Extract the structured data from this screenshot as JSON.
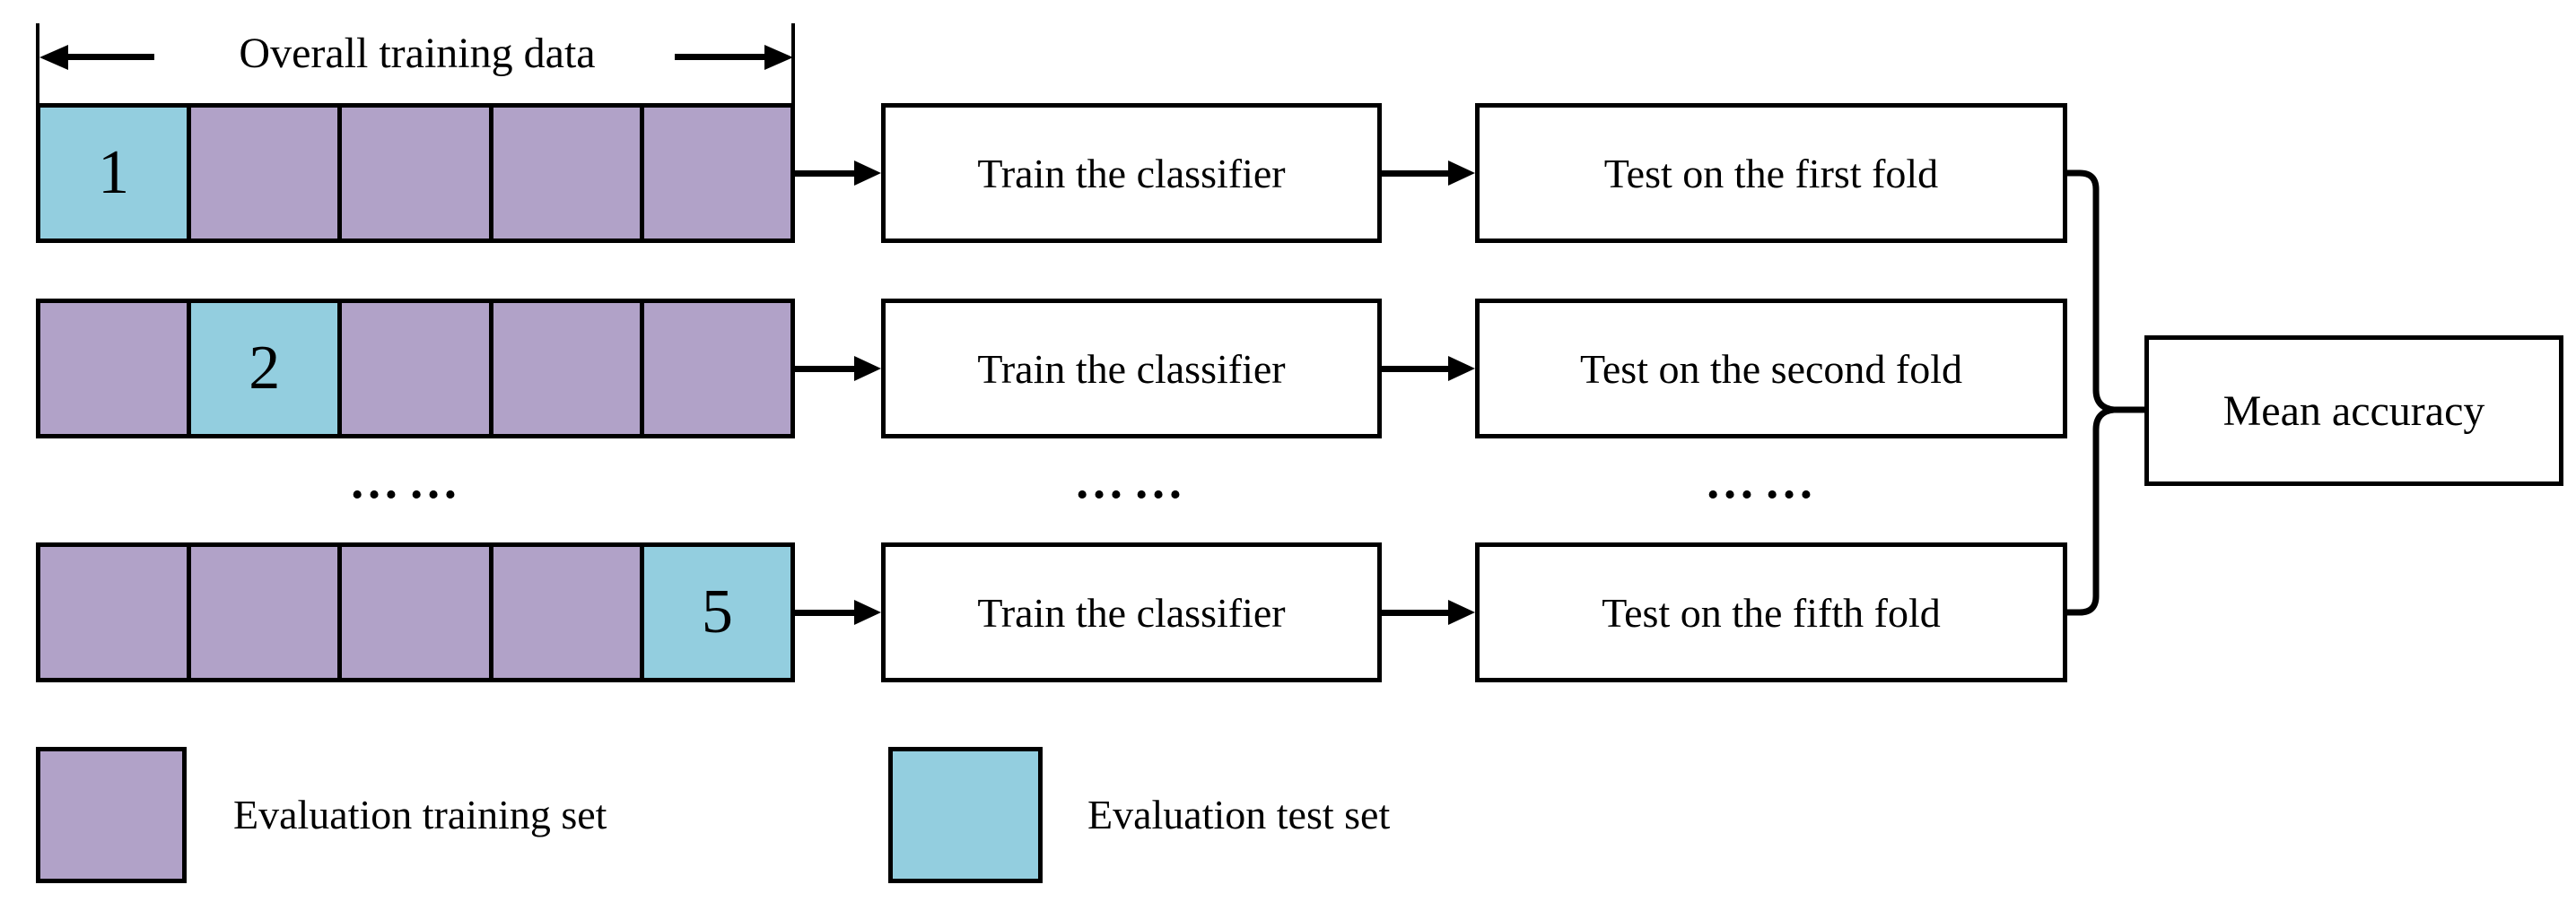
{
  "measure": {
    "label": "Overall training data"
  },
  "strips": [
    {
      "cells": 5,
      "test_cell": 1,
      "fold_number": "1"
    },
    {
      "cells": 5,
      "test_cell": 2,
      "fold_number": "2"
    },
    {
      "cells": 5,
      "test_cell": 5,
      "fold_number": "5"
    }
  ],
  "process_rows": [
    {
      "train_label": "Train the classifier",
      "test_label": "Test on the first fold"
    },
    {
      "train_label": "Train the classifier",
      "test_label": "Test on the second fold"
    },
    {
      "train_label": "Train the classifier",
      "test_label": "Test on the fifth fold"
    }
  ],
  "ellipsis": "……",
  "output_box": {
    "label": "Mean accuracy"
  },
  "legend": [
    {
      "label": "Evaluation training set",
      "color_key": "evaluation_training"
    },
    {
      "label": "Evaluation test set",
      "color_key": "evaluation_test"
    }
  ],
  "colors": {
    "evaluation_training": "#b1a2c8",
    "evaluation_test": "#93cedf",
    "line": "#000000"
  }
}
